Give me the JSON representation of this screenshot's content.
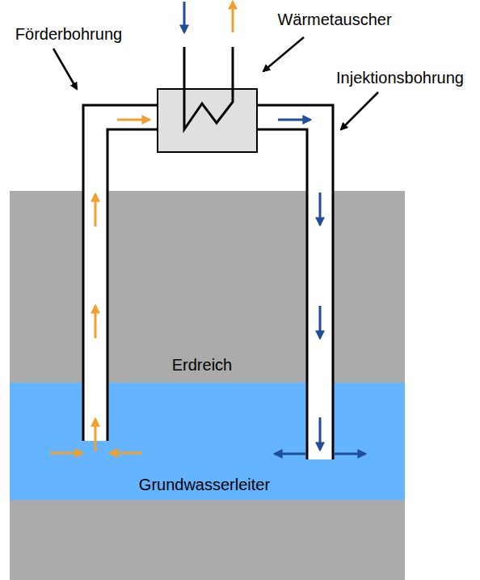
{
  "diagram": {
    "nodes": [
      {
        "text": [
          "Erdreich"
        ]
      },
      {
        "text": [
          "Grundwasserleiter"
        ]
      }
    ],
    "labels": [
      "Förderbohrung",
      "Wärmetauscher",
      "Injektionsbohrung"
    ]
  }
}
